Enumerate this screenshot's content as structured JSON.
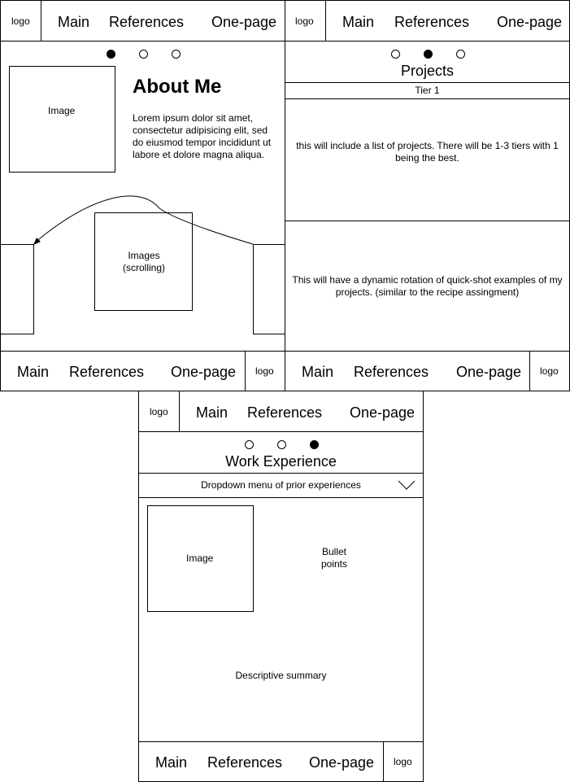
{
  "nav": {
    "logo": "logo",
    "main": "Main",
    "references": "References",
    "one_page": "One-page"
  },
  "about": {
    "title": "About Me",
    "image_label": "Image",
    "body": "Lorem ipsum dolor sit amet, consectetur adipisicing elit, sed do eiusmod tempor incididunt ut labore et dolore magna aliqua.",
    "carousel_label": "Images (scrolling)"
  },
  "projects": {
    "title": "Projects",
    "tier": "Tier 1",
    "list_text": "this will include a list of projects. There will be 1-3 tiers with 1 being the best.",
    "rotation_text": "This will have a dynamic rotation of quick-shot examples of my projects. (similar to the recipe assingment)"
  },
  "work": {
    "title": "Work Experience",
    "dropdown": "Dropdown menu of prior experiences",
    "image_label": "Image",
    "bullets": "Bullet points",
    "summary": "Descriptive summary"
  }
}
